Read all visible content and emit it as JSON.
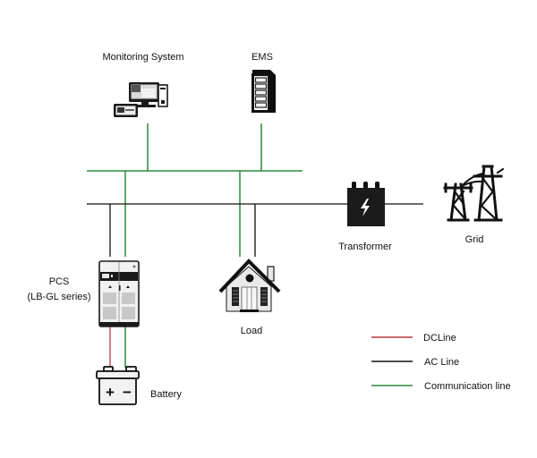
{
  "colors": {
    "dc_line": "#b9383f",
    "ac_line": "#111111",
    "communication_line": "#2a8a3a"
  },
  "nodes": {
    "monitoring_system": {
      "label": "Monitoring System",
      "icon": "desktop-computer-icon"
    },
    "ems": {
      "label": "EMS",
      "icon": "server-rack-icon"
    },
    "transformer": {
      "label": "Transformer",
      "icon": "transformer-icon"
    },
    "grid": {
      "label": "Grid",
      "icon": "power-tower-icon"
    },
    "pcs": {
      "label_line1": "PCS",
      "label_line2": "(LB-GL series)",
      "icon": "pcs-cabinet-icon"
    },
    "load": {
      "label": "Load",
      "icon": "house-icon"
    },
    "battery": {
      "label": "Battery",
      "icon": "battery-icon",
      "plus": "+",
      "minus": "−"
    }
  },
  "legend": [
    {
      "key": "dc",
      "label": "DCLine"
    },
    {
      "key": "ac",
      "label": "AC Line"
    },
    {
      "key": "comm",
      "label": "Communication line"
    }
  ]
}
